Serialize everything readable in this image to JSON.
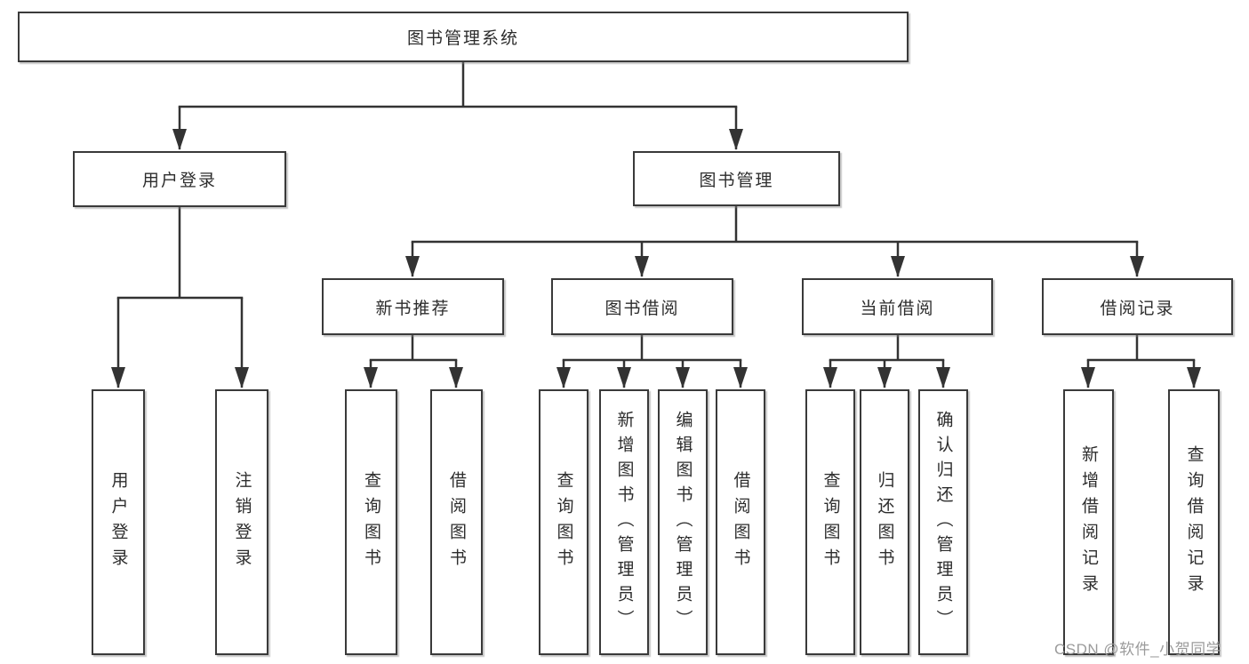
{
  "nodes": {
    "root": "图书管理系统",
    "user_login": "用户登录",
    "book_management": "图书管理",
    "new_book_recommend": "新书推荐",
    "book_borrow": "图书借阅",
    "current_borrow": "当前借阅",
    "borrow_records": "借阅记录",
    "leaf_user_login": "用户登录",
    "leaf_logout": "注销登录",
    "nbr_query_books": "查询图书",
    "nbr_borrow_books": "借阅图书",
    "bb_query_books": "查询图书",
    "bb_add_books_admin": "新增图书（管理员）",
    "bb_edit_books_admin": "编辑图书（管理员）",
    "bb_borrow_books": "借阅图书",
    "cb_query_books": "查询图书",
    "cb_return_books": "归还图书",
    "cb_confirm_return_admin": "确认归还（管理员）",
    "br_add_record": "新增借阅记录",
    "br_query_record": "查询借阅记录"
  },
  "watermark": "CSDN @软件_小贺同学",
  "colors": {
    "line": "#333333",
    "box_border": "#3a3a3a",
    "text": "#2d2d2d",
    "watermark": "#9b9b9b",
    "background": "#ffffff"
  }
}
